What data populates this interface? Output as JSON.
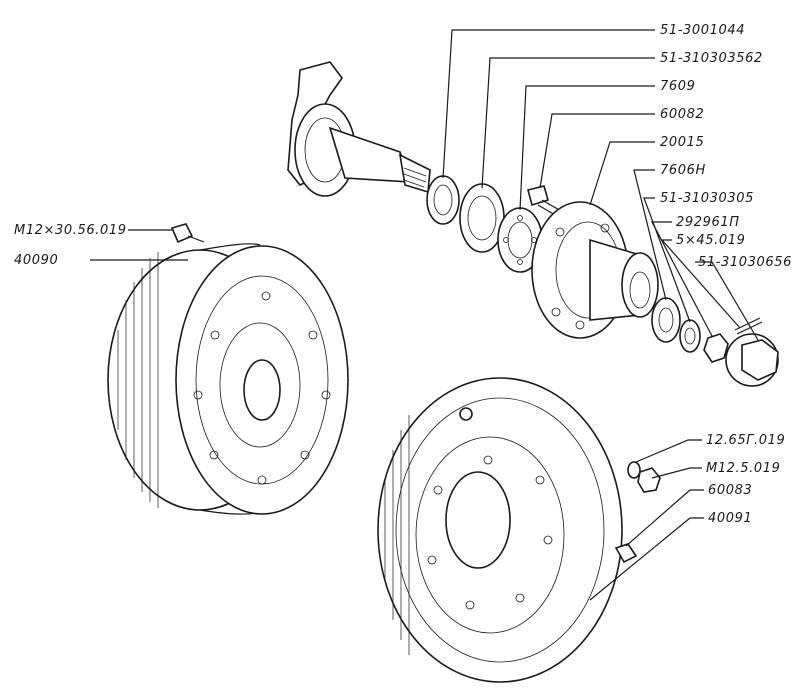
{
  "diagram": {
    "labels": [
      "51-3001044",
      "51-310303562",
      "7609",
      "60082",
      "20015",
      "7606Н",
      "51-31030305",
      "292961П",
      "5×45.019",
      "51-31030656",
      "М12×30.56.019",
      "40090",
      "12.65Г.019",
      "М12.5.019",
      "60083",
      "40091"
    ]
  },
  "colors": {
    "ink": "#1a1a1a",
    "paper": "#ffffff"
  }
}
